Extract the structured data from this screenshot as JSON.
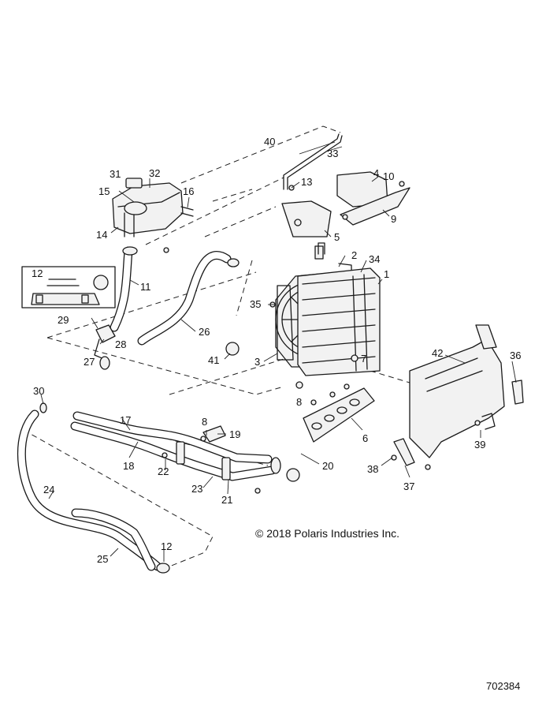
{
  "copyright": "© 2018 Polaris Industries Inc.",
  "drawing_number": "702384",
  "callouts": [
    "1",
    "2",
    "3",
    "4",
    "5",
    "6",
    "7",
    "8",
    "9",
    "10",
    "11",
    "12",
    "13",
    "14",
    "15",
    "16",
    "17",
    "18",
    "19",
    "20",
    "21",
    "22",
    "23",
    "24",
    "25",
    "26",
    "27",
    "28",
    "29",
    "30",
    "31",
    "32",
    "33",
    "34",
    "35",
    "36",
    "37",
    "38",
    "39",
    "40",
    "41",
    "42"
  ],
  "repeat_callouts": {
    "p8b": "8",
    "p12b": "12"
  }
}
